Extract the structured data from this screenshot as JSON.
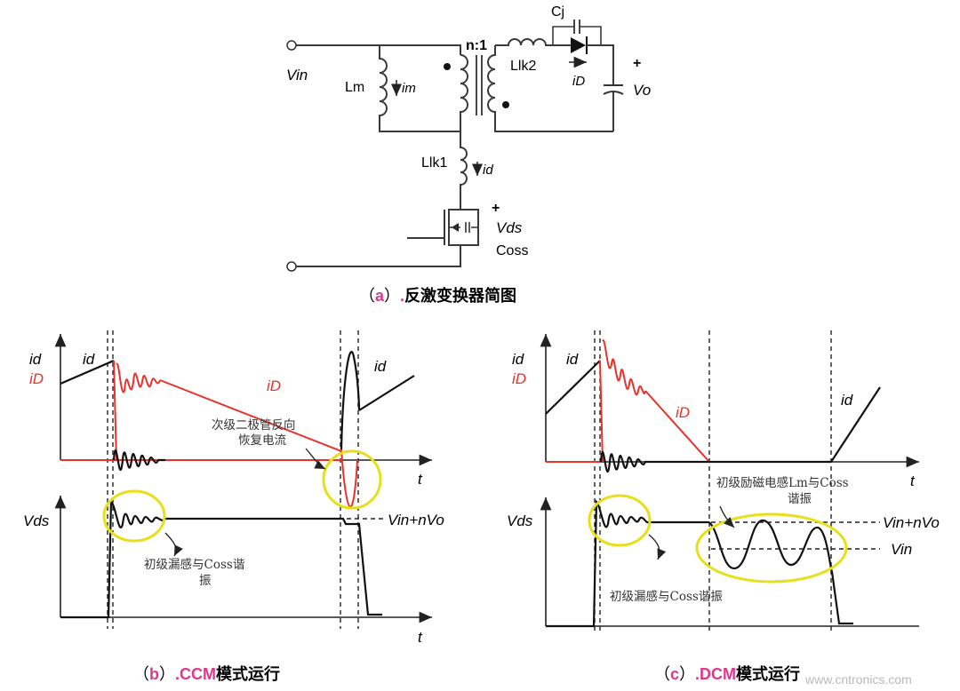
{
  "circuit": {
    "vin": "Vin",
    "lm": "Lm",
    "im": "im",
    "ratio": "n:1",
    "cj": "Cj",
    "llk2": "Llk2",
    "iD": "iD",
    "vo": "Vo",
    "plus": "+",
    "llk1": "Llk1",
    "id": "id",
    "vds": "Vds",
    "coss": "Coss",
    "caption_paren_open": "（",
    "caption_letter": "a",
    "caption_paren_close": "）",
    "caption_dot": ".",
    "caption_text": "反激变换器简图"
  },
  "ccm": {
    "y_label_id": "id",
    "y_label_iD": "iD",
    "curve_id_left": "id",
    "curve_iD": "iD",
    "curve_id_right": "id",
    "vds_label": "Vds",
    "vin_nvo": "Vin+nVo",
    "t_top": "t",
    "t_bottom": "t",
    "note_diode_1": "次级二极管反向",
    "note_diode_2": "恢复电流",
    "note_leak_1": "初级漏感与Coss谐",
    "note_leak_2": "振",
    "caption_paren_open": "（",
    "caption_letter": "b",
    "caption_paren_close": "）",
    "caption_mode": ".CCM",
    "caption_text": "模式运行"
  },
  "dcm": {
    "y_label_id": "id",
    "y_label_iD": "iD",
    "curve_id_left": "id",
    "curve_iD": "iD",
    "curve_id_right": "id",
    "vds_label": "Vds",
    "vin_nvo": "Vin+nVo",
    "vin": "Vin",
    "t_top": "t",
    "note_lm_1": "初级励磁电感Lm与Coss",
    "note_lm_2": "谐振",
    "note_leak": "初级漏感与Coss谐振",
    "caption_paren_open": "（",
    "caption_letter": "c",
    "caption_paren_close": "）",
    "caption_mode": ".DCM",
    "caption_text": "模式运行"
  },
  "watermark": "www.cntronics.com",
  "colors": {
    "red": "#e8322a",
    "ring": "#e6e01a",
    "magenta": "#e0368c"
  }
}
